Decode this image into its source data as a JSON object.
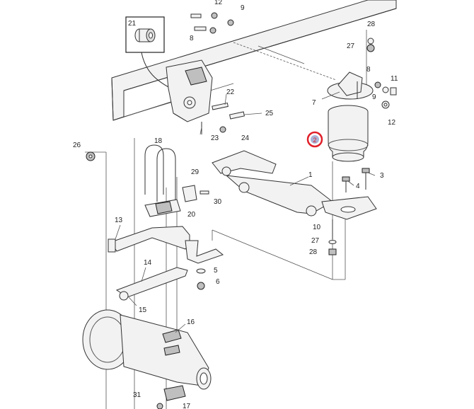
{
  "callouts": [
    {
      "id": "c1",
      "text": "1"
    },
    {
      "id": "c3",
      "text": "3"
    },
    {
      "id": "c4",
      "text": "4"
    },
    {
      "id": "c5",
      "text": "5"
    },
    {
      "id": "c6",
      "text": "6"
    },
    {
      "id": "c7",
      "text": "7"
    },
    {
      "id": "c8a",
      "text": "8"
    },
    {
      "id": "c8b",
      "text": "8"
    },
    {
      "id": "c9a",
      "text": "9"
    },
    {
      "id": "c9b",
      "text": "9"
    },
    {
      "id": "c10",
      "text": "10"
    },
    {
      "id": "c11",
      "text": "11"
    },
    {
      "id": "c12a",
      "text": "12"
    },
    {
      "id": "c12b",
      "text": "12"
    },
    {
      "id": "c13",
      "text": "13"
    },
    {
      "id": "c14",
      "text": "14"
    },
    {
      "id": "c15",
      "text": "15"
    },
    {
      "id": "c16",
      "text": "16"
    },
    {
      "id": "c17",
      "text": "17"
    },
    {
      "id": "c18",
      "text": "18"
    },
    {
      "id": "c20",
      "text": "20"
    },
    {
      "id": "c21",
      "text": "21"
    },
    {
      "id": "c22",
      "text": "22"
    },
    {
      "id": "c23",
      "text": "23"
    },
    {
      "id": "c24",
      "text": "24"
    },
    {
      "id": "c25",
      "text": "25"
    },
    {
      "id": "c26",
      "text": "26"
    },
    {
      "id": "c27a",
      "text": "27"
    },
    {
      "id": "c27b",
      "text": "27"
    },
    {
      "id": "c28a",
      "text": "28"
    },
    {
      "id": "c28b",
      "text": "28"
    },
    {
      "id": "c29",
      "text": "29"
    },
    {
      "id": "c30",
      "text": "30"
    },
    {
      "id": "c31",
      "text": "31"
    }
  ],
  "highlight": {
    "text": "2",
    "color": "#e0202a"
  },
  "colors": {
    "line": "#333333",
    "fill": "#f2f2f2",
    "shade": "#bfbfbf"
  }
}
